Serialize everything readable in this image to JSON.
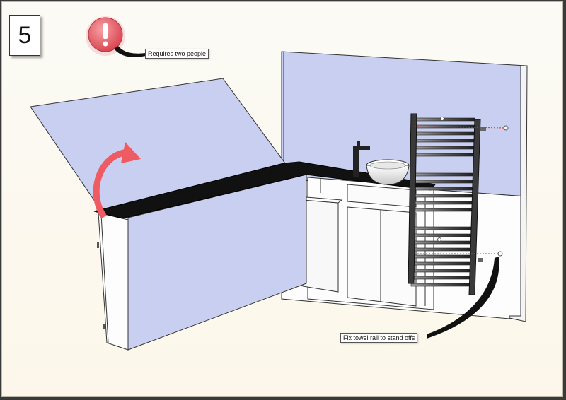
{
  "step": {
    "number": "5"
  },
  "callouts": {
    "two_people": "Requires two people",
    "towel_rail": "Fix towel rail to stand offs"
  },
  "icons": {
    "warning": "exclamation-warning-icon",
    "rotate": "curved-arrow-icon"
  },
  "colors": {
    "wall": "#c9cff0",
    "worktop": "#111111",
    "warning": "#e8606a",
    "arrow": "#ef5b62",
    "standoff_line": "#e0303a"
  }
}
